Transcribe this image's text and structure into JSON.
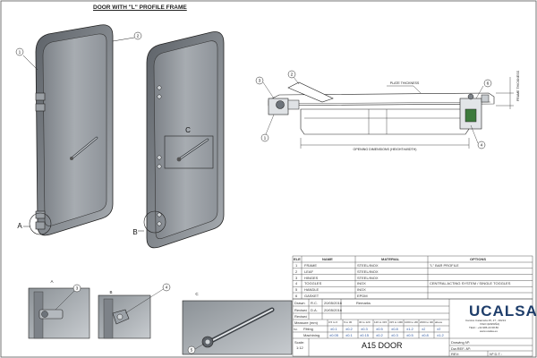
{
  "title": "DOOR WITH \"L\" PROFILE FRAME",
  "labels": {
    "a": "A",
    "b": "B",
    "c": "C",
    "detail_a": "A",
    "detail_b": "B",
    "detail_c": "C",
    "n1": "1",
    "n2": "2",
    "n3": "3",
    "n4": "4",
    "n5": "5",
    "n6": "6"
  },
  "section": {
    "plate_thickness": "PLATE THICKNESS",
    "frame_thickness": "FRAME THICKNESS",
    "opening": "OPENING DIMENSIONS (HEIGHTxWIDTH)"
  },
  "bom": {
    "headers": [
      "ELE",
      "NAME",
      "MATERIAL",
      "OPTIONS"
    ],
    "rows": [
      [
        "1",
        "FRAME",
        "STEEL/INOX",
        "\"L\" BAR PROFILE"
      ],
      [
        "2",
        "LEAF",
        "STEEL/INOX",
        ""
      ],
      [
        "3",
        "HINGES",
        "STEEL/INOX",
        ""
      ],
      [
        "4",
        "TOGGLES",
        "INOX",
        "CENTRAL ACTING SYSTEM / SINGLE TOGGLES"
      ],
      [
        "5",
        "HANDLE",
        "INOX",
        ""
      ],
      [
        "6",
        "GASKET",
        "EPDM",
        ""
      ]
    ]
  },
  "titleblock": {
    "drawn": "Drawn",
    "drawn_by": "R.C.",
    "drawn_date": "20/05/2016",
    "revised": "Revised",
    "revised_by": "D.A.",
    "revised_date": "20/05/2016",
    "revised2": "Revised",
    "remarks": "Remarks",
    "measure": "Measure (mm)",
    "measure_cols": [
      "0.5 to 6",
      "6 to 30",
      "30 to 120",
      "120 to 315",
      "315 to 1000",
      "1000 to 2000",
      "2000 to 4000",
      "above"
    ],
    "fitting": "Fitting",
    "fitting_vals": [
      "±0.1",
      "±0.2",
      "±0.3",
      "±0.5",
      "±0.8",
      "±1.2",
      "±2",
      "±3"
    ],
    "machining": "Machining",
    "machining_vals": [
      "±0.05",
      "±0.1",
      "±0.15",
      "±0.2",
      "±0.3",
      "±0.5",
      "±0.8",
      "±1.2"
    ],
    "tol": "Tol.",
    "scale": "Scale:",
    "scale_val": "1:12",
    "name": "A15 DOOR",
    "company": "UCALSA",
    "address1": "Camino Catamaza 25, 27 - 36213",
    "address2": "VIGO (ESPAÑA)",
    "address3": "TELF.: +34 986 23 68 80",
    "address4": "www.ucalsa.es",
    "drawing_no": "Drawing Nº:",
    "dw_ref": "Dw.REF.-Nº:",
    "rev": "REV:",
    "no": "Nº D.T.:"
  },
  "colors": {
    "door": "#9aa0a6",
    "door_dark": "#6e747b",
    "frame": "#c8ccd0",
    "line": "#1a1a1a",
    "accent_green": "#3c7a3c",
    "logo": "#1f3e6b"
  }
}
